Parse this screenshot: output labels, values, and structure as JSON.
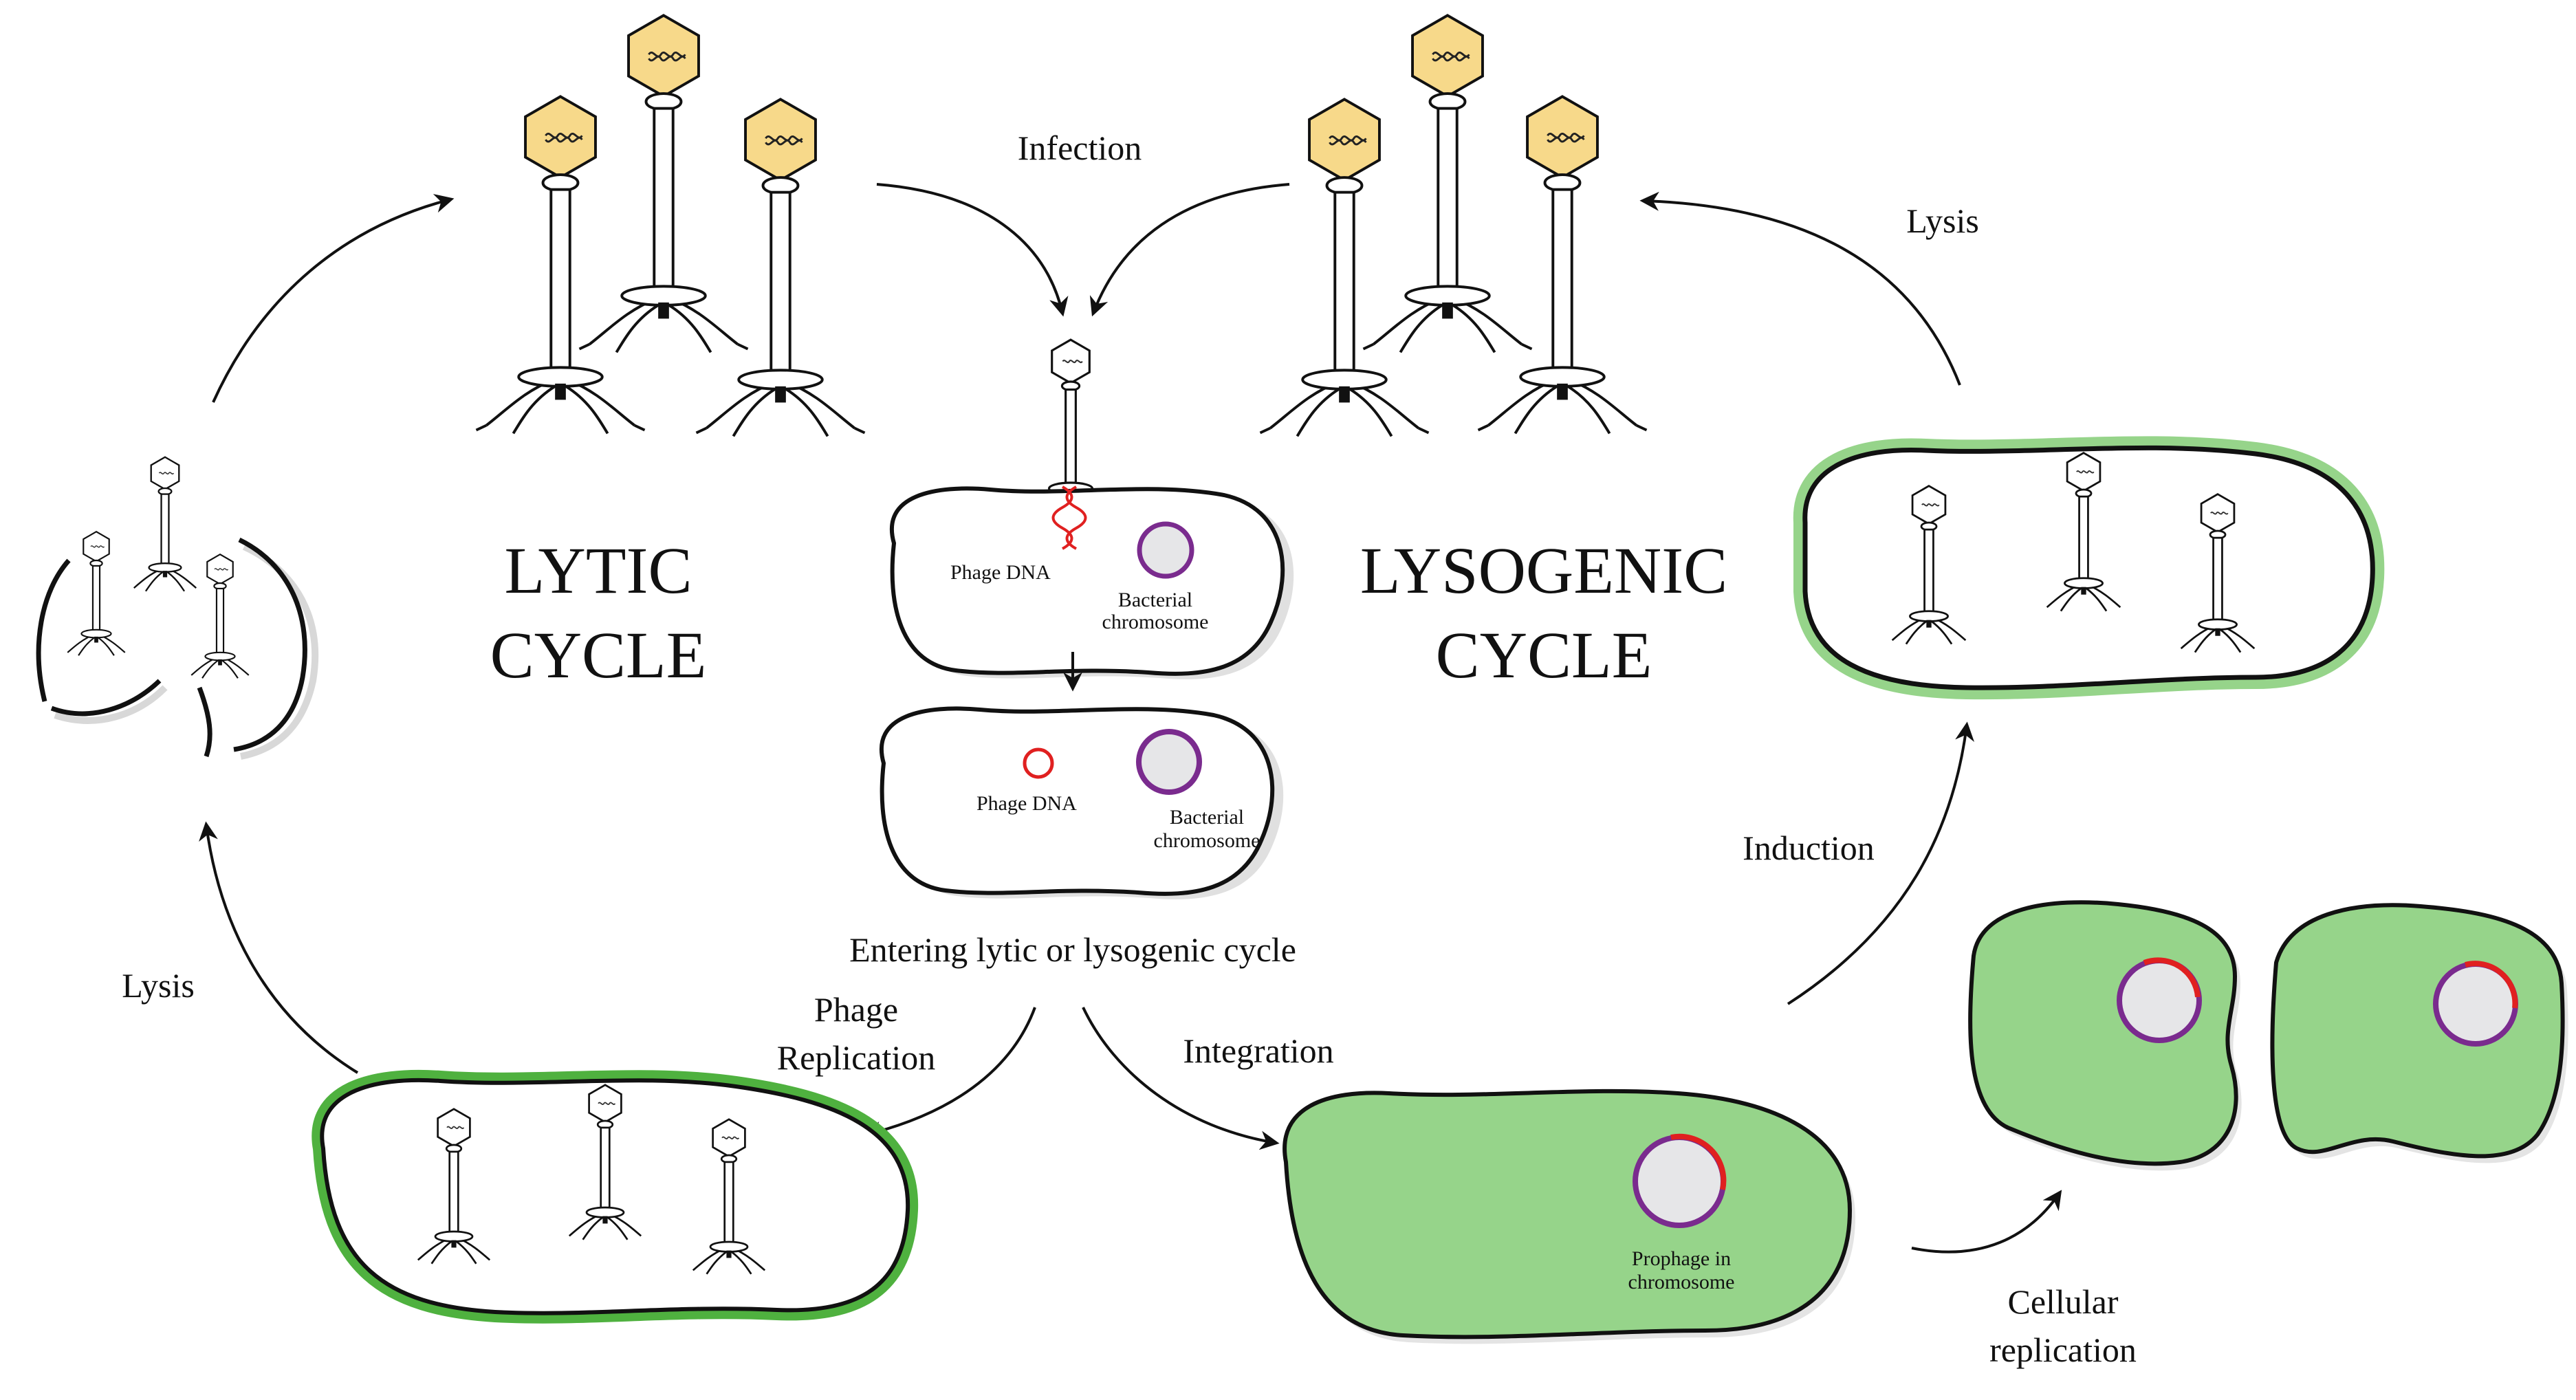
{
  "labels": {
    "infection": "Infection",
    "lysis_right": "Lysis",
    "lysis_left": "Lysis",
    "lytic_line1": "LYTIC",
    "lytic_line2": "CYCLE",
    "lysogenic_line1": "LYSOGENIC",
    "lysogenic_line2": "CYCLE",
    "phage_dna_1": "Phage DNA",
    "bacterial_1a": "Bacterial",
    "bacterial_1b": "chromosome",
    "phage_dna_2": "Phage DNA",
    "bacterial_2a": "Bacterial",
    "bacterial_2b": "chromosome",
    "entering": "Entering lytic or lysogenic cycle",
    "phage_replication_1": "Phage",
    "phage_replication_2": "Replication",
    "integration": "Integration",
    "induction": "Induction",
    "prophage_1": "Prophage in",
    "prophage_2": "chromosome",
    "cellular_1": "Cellular",
    "cellular_2": "replication"
  },
  "colors": {
    "capsid_fill": "#f7d98a",
    "cell_green_fill": "#96d48a",
    "cell_green_rim": "#4fb13f",
    "chromosome_ring": "#7a2b8e",
    "chromosome_fill": "#e6e6e8",
    "phage_dna_red": "#e02020",
    "rim_gray": "#d8d8d8",
    "ink": "#111111"
  }
}
